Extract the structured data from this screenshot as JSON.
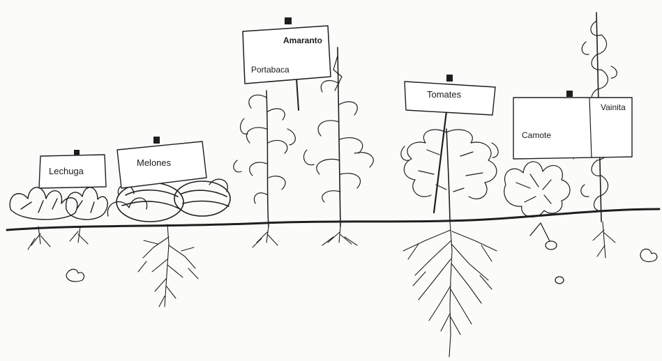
{
  "diagram": {
    "signs": {
      "lechuga": "Lechuga",
      "melones": "Melones",
      "amaranto": "Amaranto",
      "portabaca": "Portabaca",
      "tomates": "Tomates",
      "vainita": "Vainita",
      "camote": "Camote"
    },
    "colors": {
      "ink": "#1e1e1e",
      "paper": "#fbfbf9",
      "sign": "#ffffff"
    }
  }
}
